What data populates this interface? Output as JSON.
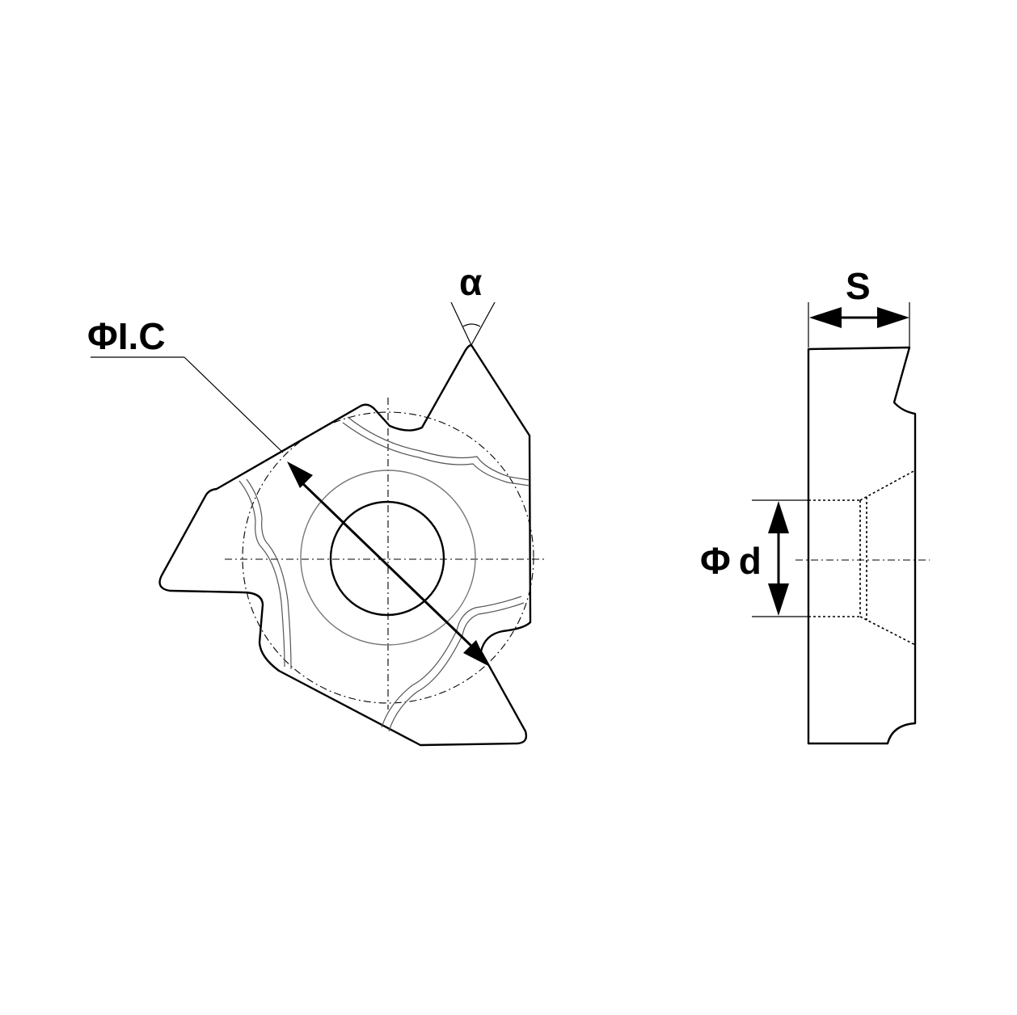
{
  "labels": {
    "inscribed_circle": "ΦI.C",
    "angle": "α",
    "thickness": "S",
    "hole_diameter": "Φd"
  },
  "colors": {
    "line": "#000000",
    "secondary_line": "#777777",
    "background": "#ffffff"
  }
}
